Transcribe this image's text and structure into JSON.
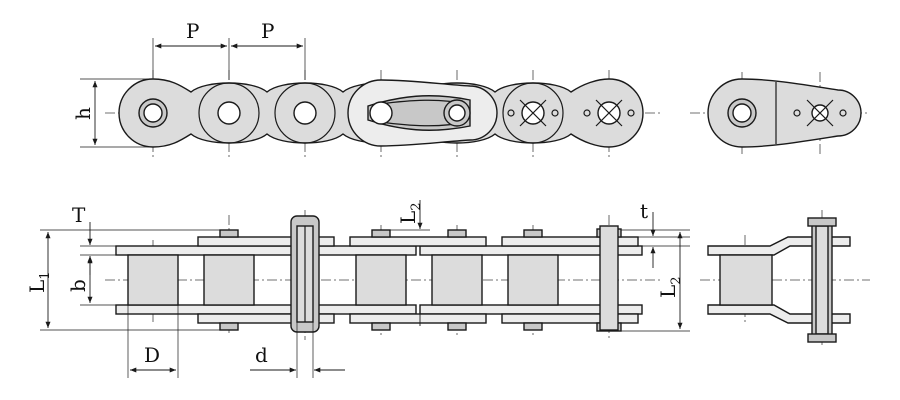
{
  "labels": {
    "pitch_1": "P",
    "pitch_2": "P",
    "height": "h",
    "plate_thickness": "T",
    "inner_width": "b",
    "length_1_main": "L",
    "length_1_sub": "1",
    "length_2a_main": "L",
    "length_2a_sub": "2",
    "length_2b_main": "L",
    "length_2b_sub": "2",
    "thin_plate": "t",
    "roller_diameter": "D",
    "pin_diameter": "d"
  }
}
